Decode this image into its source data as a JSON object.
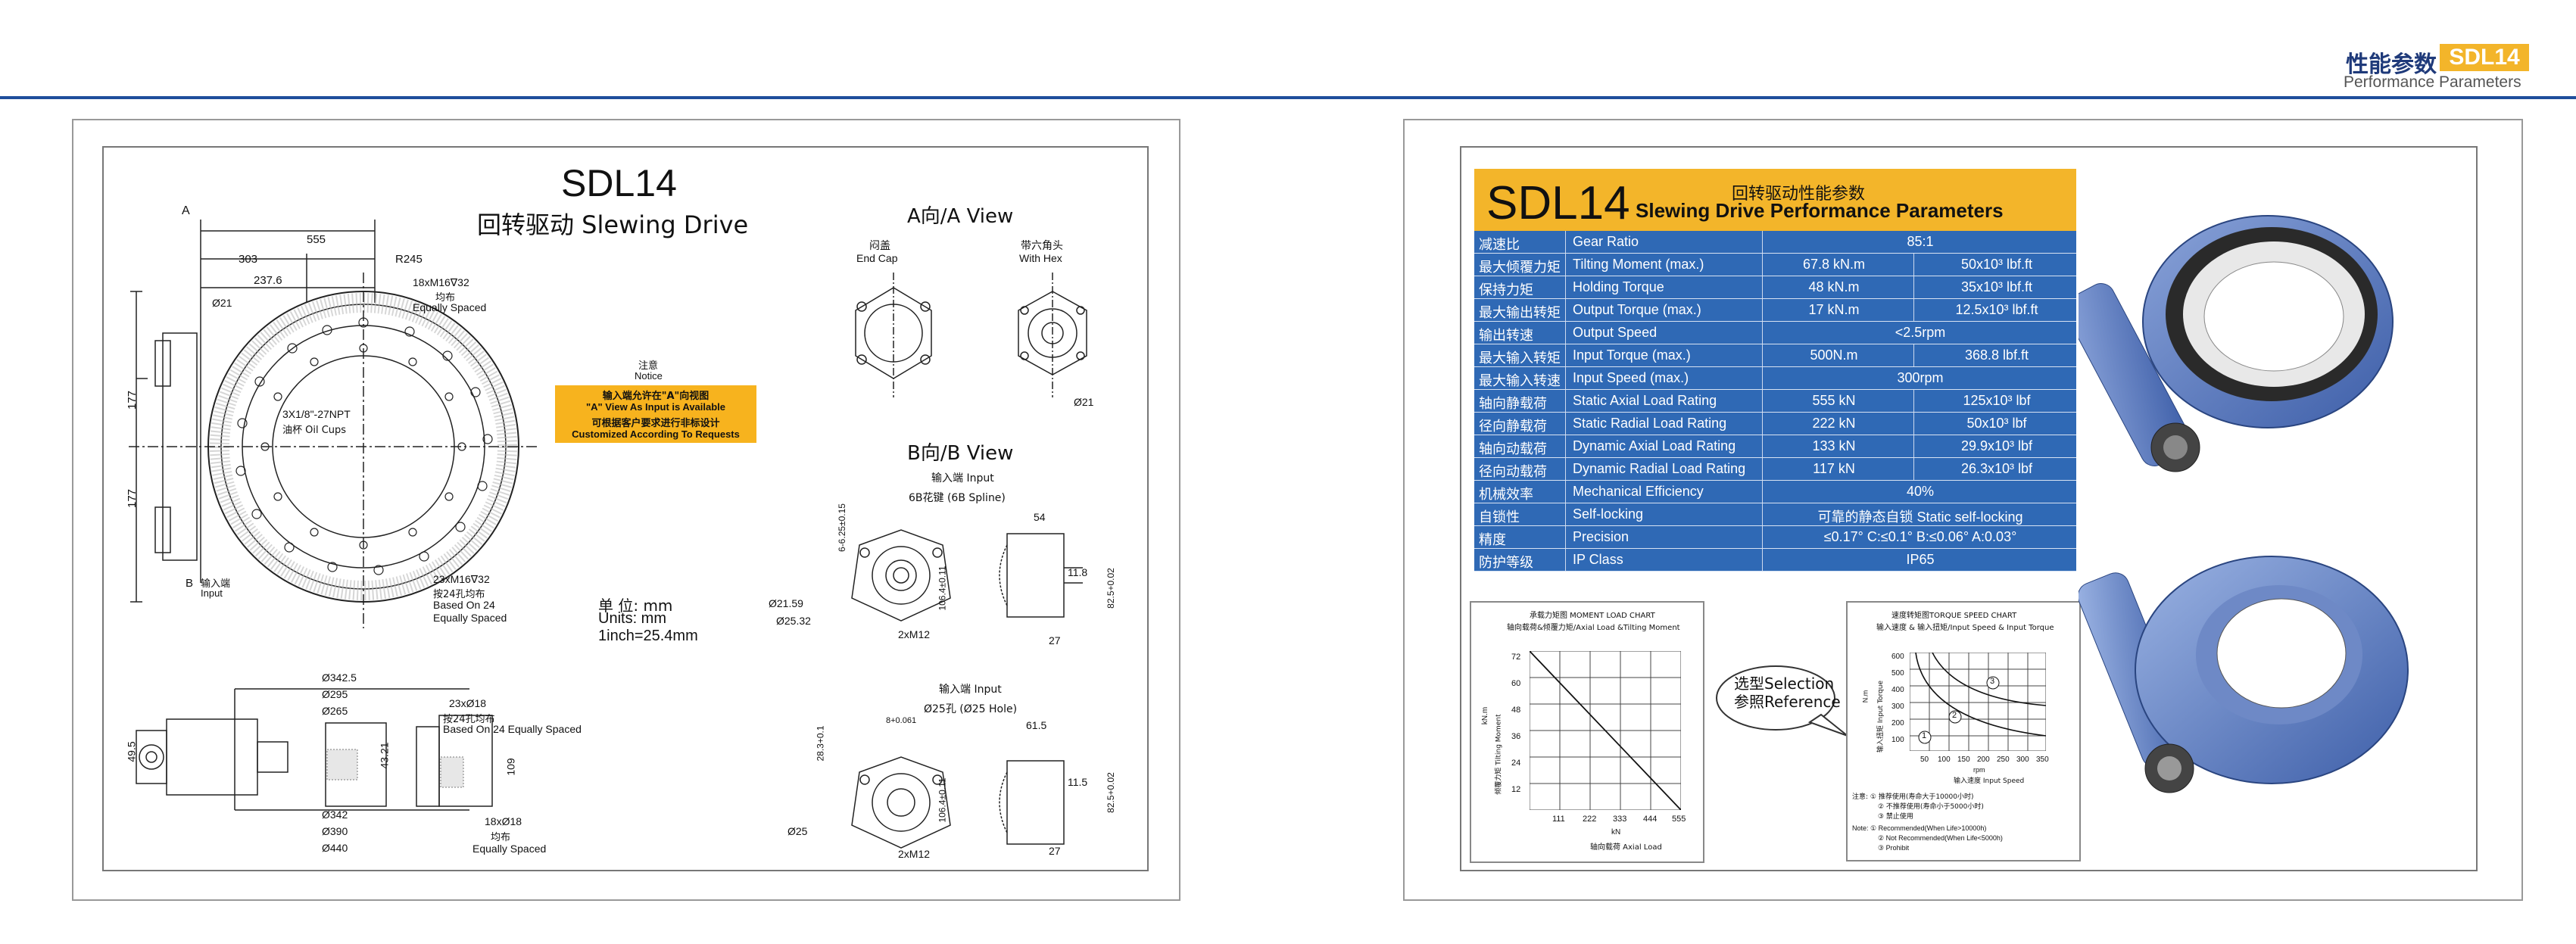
{
  "header": {
    "title_cn": "性能参数",
    "title_badge": "SDL14",
    "title_en": "Performance Parameters"
  },
  "left": {
    "model": "SDL14",
    "subtitle": "回转驱动 Slewing Drive",
    "view_a": "A向/A View",
    "end_cap_cn": "闷盖",
    "end_cap_en": "End Cap",
    "hex_cn": "带六角头",
    "hex_en": "With Hex",
    "view_b": "B向/B View",
    "input_b": "输入端 Input",
    "spline": "6B花键 (6B Spline)",
    "input_c": "输入端 Input",
    "hole": "Ø25孔 (Ø25 Hole)",
    "label_a": "A",
    "label_b": "B",
    "input_cn": "输入端",
    "input_en": "Input",
    "dims": {
      "d555": "555",
      "d303": "303",
      "dR245": "R245",
      "d2376": "237.6",
      "d21": "Ø21",
      "bolt1a": "18xM16∇32",
      "bolt1b": "均布",
      "bolt1c": "Equally Spaced",
      "d177a": "177",
      "d177b": "177",
      "oil1": "3X1/8\"-27NPT",
      "oil2": "油杯 Oil Cups",
      "bolt2a": "23xM16∇32",
      "bolt2b": "按24孔均布",
      "bolt2c": "Based On 24",
      "bolt2d": "Equally Spaced",
      "a21": "Ø21",
      "b54": "54",
      "b118": "11.8",
      "b825": "82.5+0.02",
      "b27": "27",
      "b1064": "106.4±0.11",
      "b6625": "6-6.25±0.15",
      "b2159": "Ø21.59",
      "b2532": "Ø25.32",
      "b2xm12": "2xM12",
      "c615": "61.5",
      "c115": "11.5",
      "c825": "82.5+0.02",
      "c27": "27",
      "c1064": "106.4±0.11",
      "c283": "28.3+0.1",
      "c25": "Ø25",
      "c2xm12": "2xM12",
      "c8": "8+0.061",
      "s3425": "Ø342.5",
      "s295": "Ø295",
      "s265": "Ø265",
      "s23x18a": "23xØ18",
      "s23x18b": "按24孔均布",
      "s23x18c": "Based On 24 Equally Spaced",
      "s4321": "43.21",
      "s109": "109",
      "s495": "49.5",
      "s342": "Ø342",
      "s390": "Ø390",
      "s440": "Ø440",
      "s18x18a": "18xØ18",
      "s18x18b": "均布",
      "s18x18c": "Equally Spaced"
    },
    "notice_cn": "注意",
    "notice_en": "Notice",
    "notice_lines": [
      "输入端允许在\"A\"向视图",
      "\"A\" View As Input is Available",
      "可根据客户要求进行非标设计",
      "Customized According To Requests"
    ],
    "units_cn": "单 位:   mm",
    "units_en": "Units:   mm",
    "units_inch": "1inch=25.4mm"
  },
  "right": {
    "model": "SDL14",
    "title_cn": "回转驱动性能参数",
    "title_en": "Slewing Drive Performance Parameters",
    "rows": [
      {
        "cn": "减速比",
        "en": "Gear Ratio",
        "v1": "85:1",
        "v2": "",
        "merged": true
      },
      {
        "cn": "最大倾覆力矩",
        "en": "Tilting Moment (max.)",
        "v1": "67.8 kN.m",
        "v2": "50x10³ lbf.ft"
      },
      {
        "cn": "保持力矩",
        "en": "Holding Torque",
        "v1": "48 kN.m",
        "v2": "35x10³ lbf.ft"
      },
      {
        "cn": "最大输出转矩",
        "en": "Output Torque  (max.)",
        "v1": "17 kN.m",
        "v2": "12.5x10³ lbf.ft"
      },
      {
        "cn": "输出转速",
        "en": "Output Speed",
        "v1": "<2.5rpm",
        "v2": "",
        "merged": true
      },
      {
        "cn": "最大输入转矩",
        "en": "Input Torque  (max.)",
        "v1": "500N.m",
        "v2": "368.8 lbf.ft"
      },
      {
        "cn": "最大输入转速",
        "en": "Input Speed  (max.)",
        "v1": "300rpm",
        "v2": "",
        "merged": true
      },
      {
        "cn": "轴向静载荷",
        "en": "Static Axial Load Rating",
        "v1": "555 kN",
        "v2": "125x10³ lbf"
      },
      {
        "cn": "径向静载荷",
        "en": "Static Radial Load Rating",
        "v1": "222 kN",
        "v2": "50x10³ lbf"
      },
      {
        "cn": "轴向动载荷",
        "en": "Dynamic Axial Load Rating",
        "v1": "133 kN",
        "v2": "29.9x10³ lbf"
      },
      {
        "cn": "径向动载荷",
        "en": "Dynamic Radial Load Rating",
        "v1": "117 kN",
        "v2": "26.3x10³ lbf"
      },
      {
        "cn": "机械效率",
        "en": "Mechanical Efficiency",
        "v1": "40%",
        "v2": "",
        "merged": true
      },
      {
        "cn": "自锁性",
        "en": "Self-locking",
        "v1": "可靠的静态自锁 Static self-locking",
        "v2": "",
        "merged": true
      },
      {
        "cn": "精度",
        "en": "Precision",
        "v1": "≤0.17° C:≤0.1° B:≤0.06° A:0.03°",
        "v2": "",
        "merged": true
      },
      {
        "cn": "防护等级",
        "en": "IP Class",
        "v1": "IP65",
        "v2": "",
        "merged": true
      }
    ],
    "moment_chart": {
      "title": "承载力矩图 MOMENT LOAD CHART",
      "subtitle": "轴向载荷&倾覆力矩/Axial Load &Tilting Moment",
      "ylabel": "倾覆力矩 Tilting Moment",
      "yunit": "kN.m",
      "xlabel": "轴向载荷 Axial Load",
      "xunit": "kN",
      "yticks": [
        "72",
        "60",
        "48",
        "36",
        "24",
        "12"
      ],
      "xticks": [
        "111",
        "222",
        "333",
        "444",
        "555"
      ]
    },
    "callout_cn": "选型Selection",
    "callout_cn2": "参照Reference",
    "torque_chart": {
      "title": "速度转矩图TORQUE SPEED CHART",
      "subtitle": "输入速度 & 输入扭矩/Input Speed & Input Torque",
      "ylabel": "输入扭矩 Input Torque",
      "yunit": "N.m",
      "xunit": "rpm",
      "xlabel": "输入速度 Input Speed",
      "yticks": [
        "600",
        "500",
        "400",
        "300",
        "200",
        "100"
      ],
      "xticks": [
        "50",
        "100",
        "150",
        "200",
        "250",
        "300",
        "350"
      ],
      "markers": [
        "1",
        "2",
        "3"
      ],
      "notes": [
        "注意:  ① 推荐使用(寿命大于10000小时)",
        "② 不推荐使用(寿命小于5000小时)",
        "③ 禁止使用",
        "Note:  ① Recommended(When Life>10000h)",
        "② Not Recommended(When Life<5000h)",
        "③ Prohibit"
      ]
    }
  }
}
